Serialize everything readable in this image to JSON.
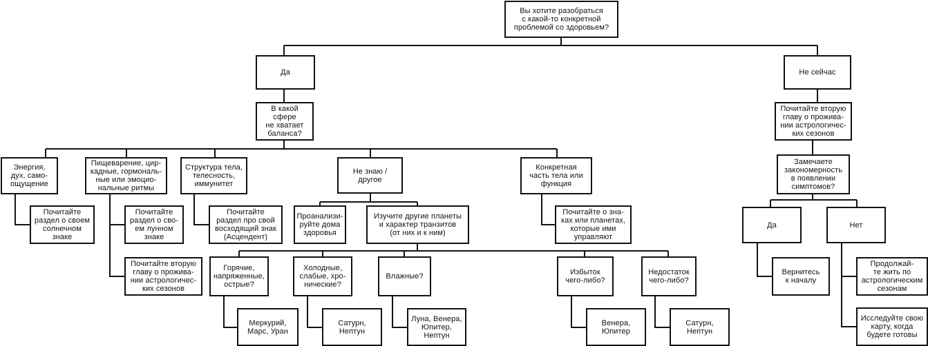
{
  "nodes": {
    "root": "Вы хотите разобраться\nс какой-то конкретной\nпроблемой со здоровьем?",
    "yes": "Да",
    "not_now": "Не сейчас",
    "sphere": "В какой сфере\nне хватает\nбаланса?",
    "energy": "Энергия,\nдух, само-\nощущение",
    "digestion": "Пищеварение, цир-\nкадные, гормональ-\nные или эмоцио-\nнальные ритмы",
    "structure": "Структура тела,\nтелесность,\nиммунитет",
    "dont_know": "Не знаю /\nдругое",
    "specific_part": "Конкретная\nчасть тела или\nфункция",
    "read_sun": "Почитайте\nраздел о своем\nсолнечном\nзнаке",
    "read_moon": "Почитайте\nраздел о сво-\nем лунном\nзнаке",
    "read_second_chapter_left": "Почитайте вторую\nглаву о прожива-\nнии астрологичес-\nких сезонов",
    "read_ascendant": "Почитайте\nраздел про свой\nвосходящий знак\n(Асцендент)",
    "analyze_houses": "Проанализи-\nруйте дома\nздоровья",
    "study_planets": "Изучите другие планеты\nи характер транзитов\n(от них и к ним)",
    "read_signs_planets": "Почитайте о зна-\nках или планетах,\nкоторые ими\nуправляют",
    "hot": "Горячие,\nнапряженные,\nострые?",
    "cold": "Холодные,\nслабые, хро-\nнические?",
    "wet": "Влажные?",
    "excess": "Избыток\nчего-либо?",
    "deficit": "Недостаток\nчего-либо?",
    "mercury_mars_uranus": "Меркурий,\nМарс, Уран",
    "saturn_neptune_1": "Сатурн,\nНептун",
    "moon_venus_jupiter_neptune": "Луна, Венера,\nЮпитер,\nНептун",
    "venus_jupiter": "Венера,\nЮпитер",
    "saturn_neptune_2": "Сатурн,\nНептун",
    "read_second_chapter_right": "Почитайте вторую\nглаву о прожива-\nнии астрологичес-\nких сезонов",
    "notice_pattern": "Замечаете\nзакономерность\nв появлении\nсимптомов?",
    "yes2": "Да",
    "no2": "Нет",
    "return_start": "Вернитесь\nк началу",
    "continue_living": "Продолжай-\nте жить по\nастрологическим\nсезонам",
    "study_chart": "Исследуйте свою\nкарту, когда\nбудете готовы"
  }
}
